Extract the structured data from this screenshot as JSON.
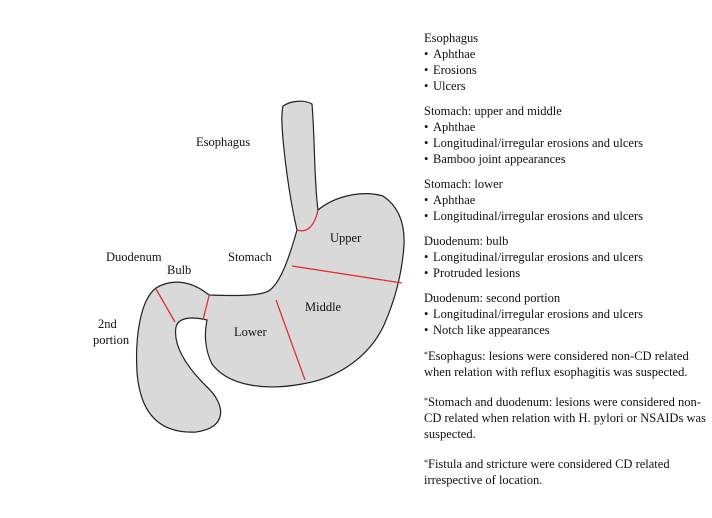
{
  "diagram": {
    "labels": {
      "esophagus": "Esophagus",
      "stomach": "Stomach",
      "upper": "Upper",
      "middle": "Middle",
      "lower": "Lower",
      "duodenum": "Duodenum",
      "bulb": "Bulb",
      "second_portion_line1": "2nd",
      "second_portion_line2": "portion"
    },
    "colors": {
      "organ_fill": "#d9d9d9",
      "outline": "#222222",
      "boundary": "#e03030"
    }
  },
  "legend": {
    "sections": [
      {
        "title": "Esophagus",
        "items": [
          "Aphthae",
          "Erosions",
          "Ulcers"
        ]
      },
      {
        "title": "Stomach: upper and middle",
        "items": [
          "Aphthae",
          "Longitudinal/irregular erosions and ulcers",
          "Bamboo joint appearances"
        ]
      },
      {
        "title": "Stomach: lower",
        "items": [
          "Aphthae",
          "Longitudinal/irregular erosions and ulcers"
        ]
      },
      {
        "title": "Duodenum: bulb",
        "items": [
          "Longitudinal/irregular erosions and ulcers",
          "Protruded lesions"
        ]
      },
      {
        "title": "Duodenum: second portion",
        "items": [
          "Longitudinal/irregular erosions and ulcers",
          "Notch like appearances"
        ]
      }
    ],
    "bullet": "•",
    "asterisk": "*",
    "notes": [
      "Esophagus: lesions were considered non-CD related when relation with reflux esophagitis was suspected.",
      "Stomach and duodenum: lesions were considered non-CD related when relation with H. pylori or NSAIDs was suspected.",
      "Fistula and stricture were considered CD related irrespective of location."
    ]
  }
}
